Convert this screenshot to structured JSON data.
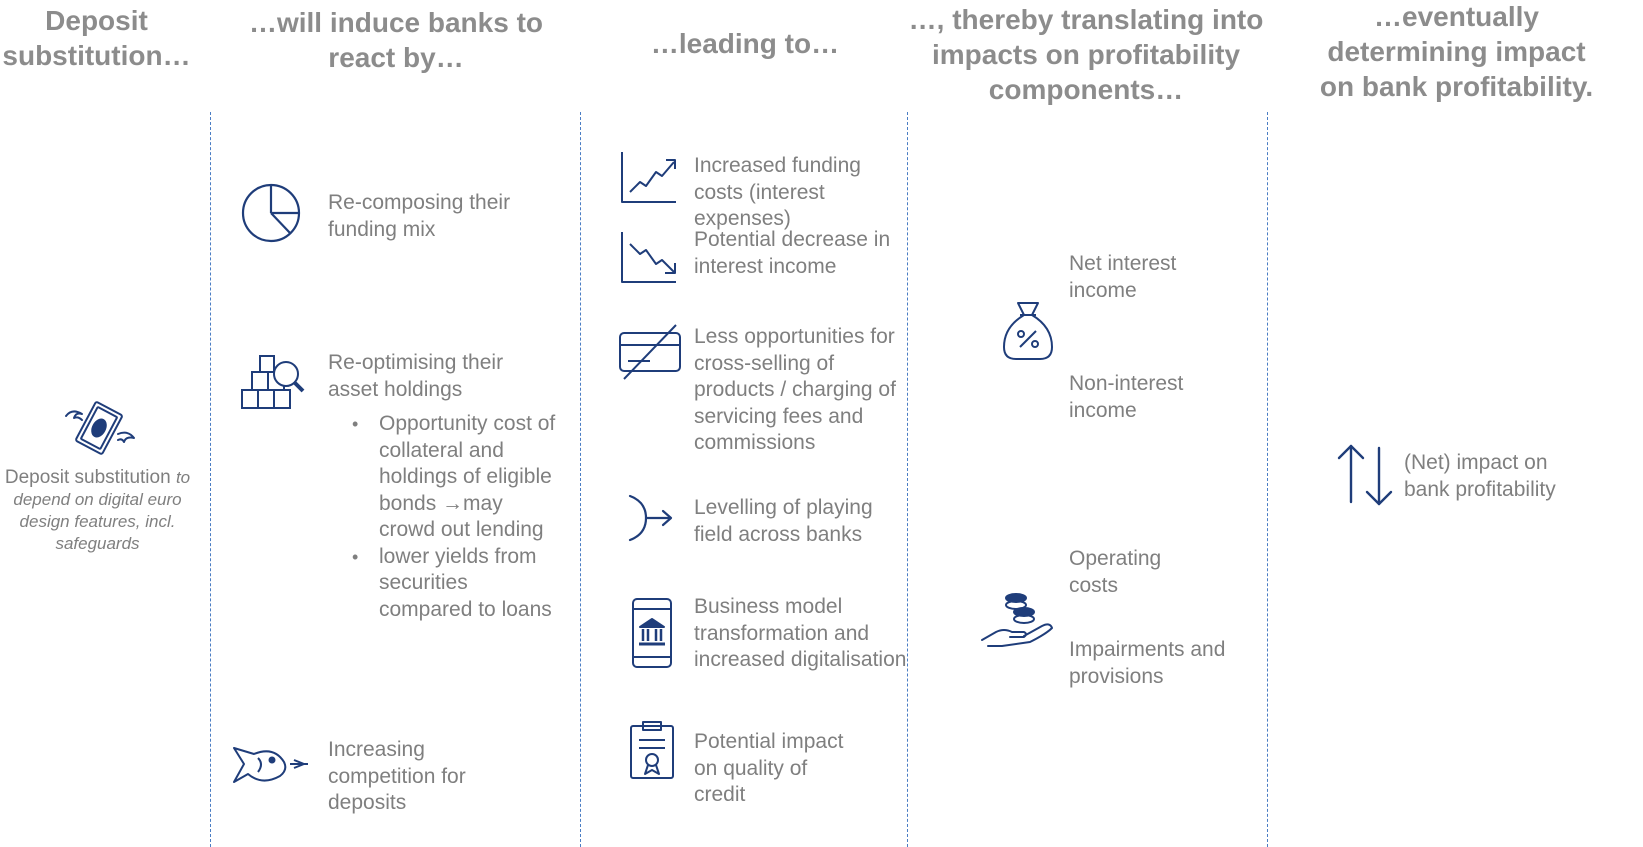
{
  "headers": {
    "col1": "Deposit\nsubstitution…",
    "col2": "…will induce banks to\nreact by…",
    "col3": "…leading to…",
    "col4": "…, thereby translating into\nimpacts on profitability\ncomponents…",
    "col5": "…eventually\ndetermining impact\non bank profitability."
  },
  "col1": {
    "main": "Deposit substitution",
    "italic": "to depend on digital euro design features, incl. safeguards",
    "icon": "flying-money-icon"
  },
  "col2": {
    "items": [
      {
        "icon": "pie-chart-icon",
        "text": "Re-composing their\nfunding mix"
      },
      {
        "icon": "boxes-magnifier-icon",
        "text": "Re-optimising their\nasset holdings"
      },
      {
        "icon": "fish-icon",
        "text": "Increasing\ncompetition for\ndeposits"
      }
    ],
    "bullets": [
      "Opportunity cost of\ncollateral and\nholdings of eligible\nbonds →may\ncrowd out lending",
      "lower yields from\nsecurities\ncompared to loans"
    ]
  },
  "col3": {
    "items": [
      {
        "icon": "chart-up-icon",
        "text": "Increased funding\ncosts (interest\nexpenses)"
      },
      {
        "icon": "chart-down-icon",
        "text": "Potential decrease in\ninterest income"
      },
      {
        "icon": "crossed-card-icon",
        "text": "Less opportunities for\ncross-selling of\nproducts / charging of\nservicing fees and\ncommissions"
      },
      {
        "icon": "merge-arrow-icon",
        "text": "Levelling of playing\nfield across banks"
      },
      {
        "icon": "mobile-bank-icon",
        "text": "Business model\ntransformation and\nincreased digitalisation"
      },
      {
        "icon": "certificate-icon",
        "text": "Potential impact\non quality of\ncredit"
      }
    ]
  },
  "col4": {
    "items": [
      {
        "text": "Net interest\nincome"
      },
      {
        "text": "Non-interest\nincome"
      },
      {
        "text": "Operating\ncosts"
      },
      {
        "text": "Impairments and\nprovisions"
      }
    ],
    "icons": [
      "money-bag-percent-icon",
      "coins-hand-icon"
    ]
  },
  "col5": {
    "icon": "up-down-arrows-icon",
    "text": "(Net) impact on\nbank profitability"
  },
  "colors": {
    "icon": "#1f3d7a",
    "separator": "#4a7dc4",
    "header": "#8c8c8c",
    "text": "#7f7f7f"
  }
}
